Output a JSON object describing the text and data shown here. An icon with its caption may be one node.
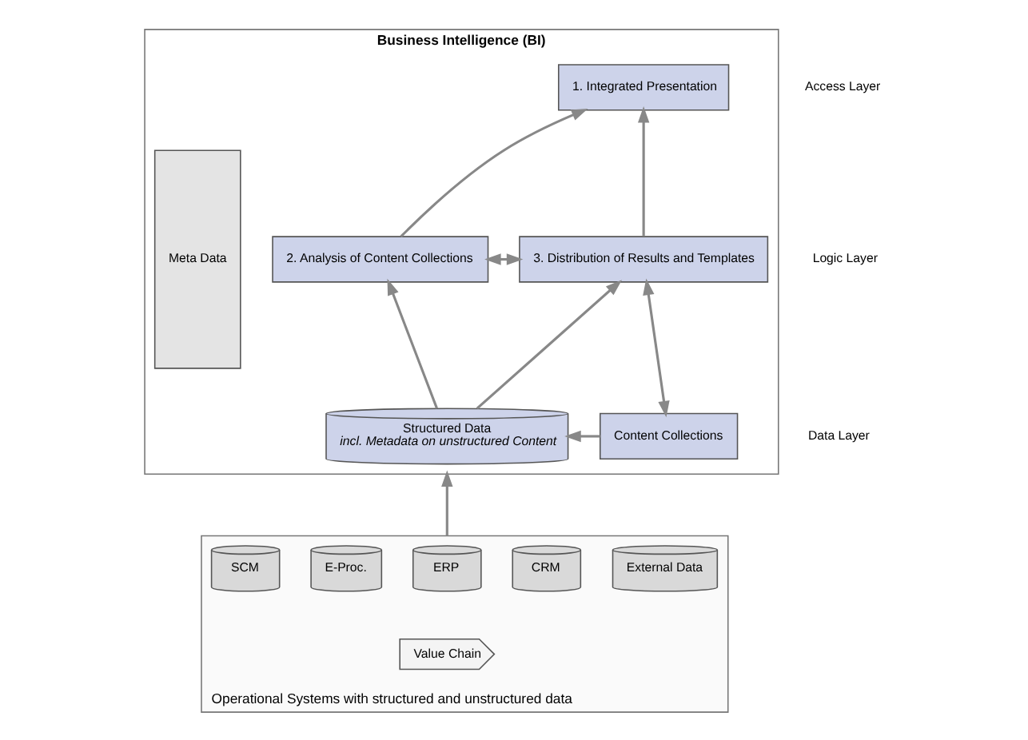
{
  "diagram": {
    "nodes": [
      {
        "text": [
          "Business Intelligence (BI)"
        ]
      },
      {
        "text": [
          "1. Integrated Presentation"
        ],
        "in": 0
      },
      {
        "text": [
          "2. Analysis of Content Collections"
        ],
        "in": 0
      },
      {
        "text": [
          "3. Distribution of Results and Templates"
        ],
        "in": 0
      },
      {
        "text": [
          "Structured Data",
          "incl. Metadata on unstructured Content"
        ],
        "in": 0
      },
      {
        "text": [
          "Content Collections"
        ],
        "in": 0
      },
      {
        "text": [
          "Meta Data"
        ],
        "in": 0
      },
      {
        "text": [
          "Operational Systems with structured and unstructured data"
        ]
      },
      {
        "text": [
          "SCM"
        ],
        "in": 7
      },
      {
        "text": [
          "E-Proc."
        ],
        "in": 7
      },
      {
        "text": [
          "ERP"
        ],
        "in": 7
      },
      {
        "text": [
          "CRM"
        ],
        "in": 7
      },
      {
        "text": [
          "Value Chain"
        ],
        "in": 7
      },
      {
        "text": [
          "External Data"
        ],
        "in": 7
      }
    ],
    "edges": [
      {
        "from": 2,
        "to": 1,
        "arrow": "to"
      },
      {
        "from": 3,
        "to": 1,
        "arrow": "to"
      },
      {
        "from": 2,
        "to": 3,
        "arrow": "both"
      },
      {
        "from": 4,
        "to": 2,
        "arrow": "to"
      },
      {
        "from": 4,
        "to": 3,
        "arrow": "to"
      },
      {
        "from": 3,
        "to": 5,
        "arrow": "both"
      },
      {
        "from": 5,
        "to": 4,
        "arrow": "to"
      },
      {
        "from": 7,
        "to": 0,
        "arrow": "to"
      }
    ],
    "labels": [
      "Access Layer",
      "Logic Layer",
      "Data Layer"
    ]
  }
}
